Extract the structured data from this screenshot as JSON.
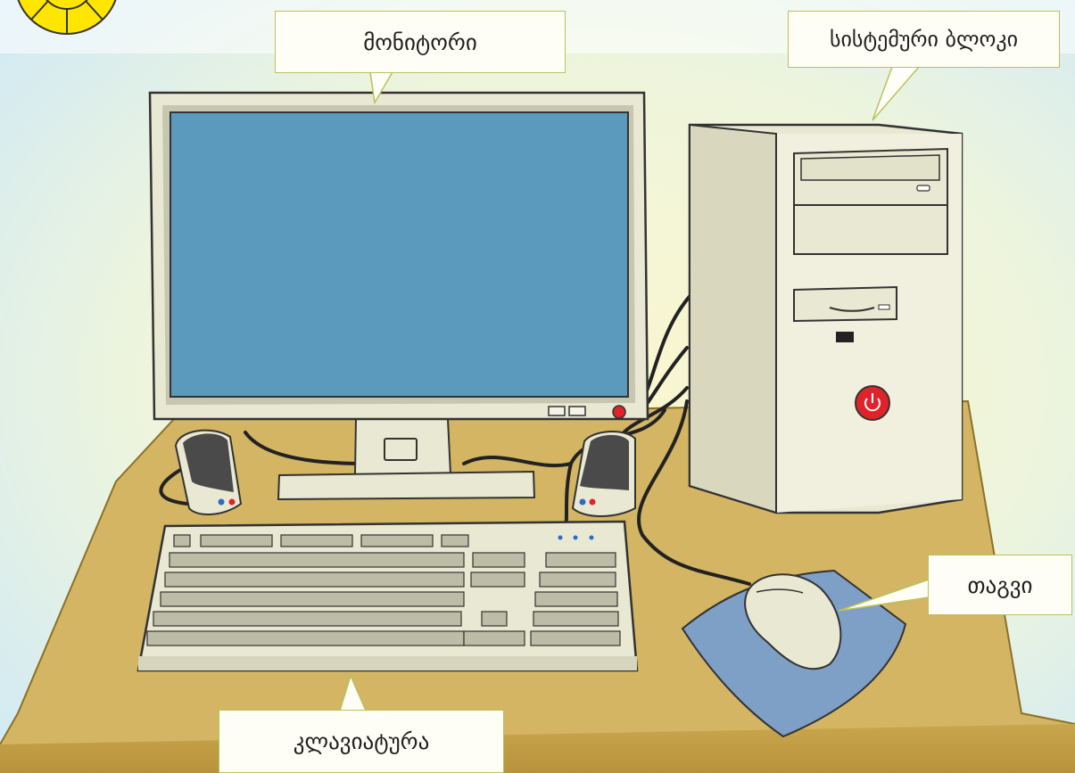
{
  "labels": {
    "monitor": "მონიტორი",
    "system_unit": "სისტემური ბლოკი",
    "mouse": "თაგვი",
    "keyboard": "კლავიატურა"
  },
  "colors": {
    "screen": "#5b9abd",
    "desk": "#d3b563",
    "power_button": "#e0232b",
    "mouse_pad": "#7e9fc6",
    "callout_border": "#b9c25d",
    "sun": "#ffe600"
  }
}
